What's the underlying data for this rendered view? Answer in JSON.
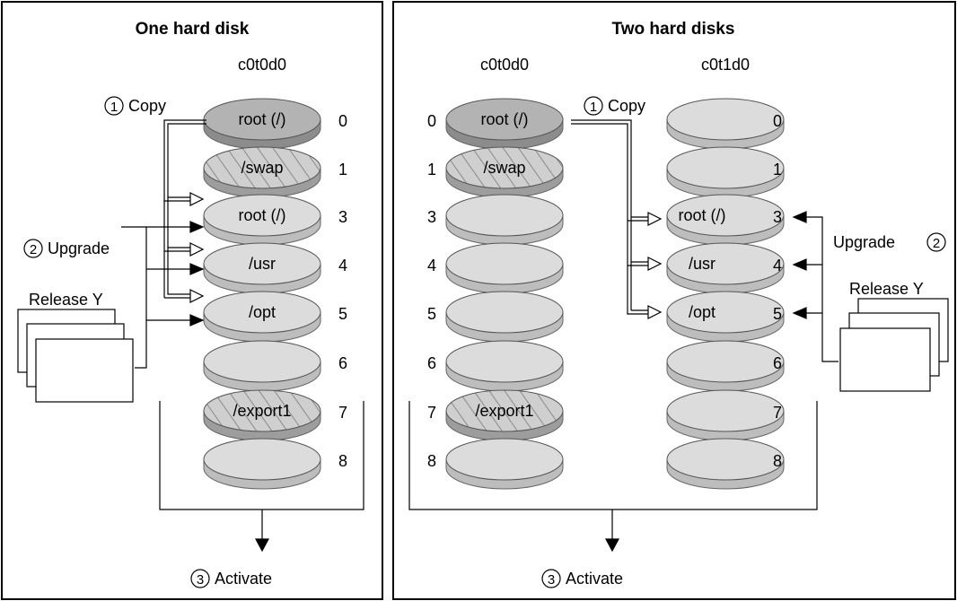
{
  "left_panel": {
    "title": "One hard disk",
    "disk_id": "c0t0d0",
    "copy_step": {
      "number": "1",
      "label": "Copy"
    },
    "upgrade_step": {
      "number": "2",
      "label": "Upgrade"
    },
    "activate_step": {
      "number": "3",
      "label": "Activate"
    },
    "release_label": "Release Y",
    "slices": [
      {
        "num": "0",
        "label": "root (/)",
        "style": "dark"
      },
      {
        "num": "1",
        "label": "/swap",
        "style": "hatched"
      },
      {
        "num": "3",
        "label": "root (/)",
        "style": "light"
      },
      {
        "num": "4",
        "label": "/usr",
        "style": "light"
      },
      {
        "num": "5",
        "label": "/opt",
        "style": "light"
      },
      {
        "num": "6",
        "label": "",
        "style": "light"
      },
      {
        "num": "7",
        "label": "/export1",
        "style": "hatched"
      },
      {
        "num": "8",
        "label": "",
        "style": "light"
      }
    ]
  },
  "right_panel": {
    "title": "Two hard disks",
    "disk1_id": "c0t0d0",
    "disk2_id": "c0t1d0",
    "copy_step": {
      "number": "1",
      "label": "Copy"
    },
    "upgrade_step": {
      "number": "2",
      "label": "Upgrade"
    },
    "activate_step": {
      "number": "3",
      "label": "Activate"
    },
    "release_label": "Release Y",
    "disk1_slices": [
      {
        "num": "0",
        "label": "root (/)",
        "style": "dark"
      },
      {
        "num": "1",
        "label": "/swap",
        "style": "hatched"
      },
      {
        "num": "3",
        "label": "",
        "style": "light"
      },
      {
        "num": "4",
        "label": "",
        "style": "light"
      },
      {
        "num": "5",
        "label": "",
        "style": "light"
      },
      {
        "num": "6",
        "label": "",
        "style": "light"
      },
      {
        "num": "7",
        "label": "/export1",
        "style": "hatched"
      },
      {
        "num": "8",
        "label": "",
        "style": "light"
      }
    ],
    "disk2_slices": [
      {
        "num": "0",
        "label": "",
        "style": "light"
      },
      {
        "num": "1",
        "label": "",
        "style": "light"
      },
      {
        "num": "3",
        "label": "root (/)",
        "style": "light"
      },
      {
        "num": "4",
        "label": "/usr",
        "style": "light"
      },
      {
        "num": "5",
        "label": "/opt",
        "style": "light"
      },
      {
        "num": "6",
        "label": "",
        "style": "light"
      },
      {
        "num": "7",
        "label": "",
        "style": "light"
      },
      {
        "num": "8",
        "label": "",
        "style": "light"
      }
    ]
  },
  "colors": {
    "dark_slice_top": "#b3b3b3",
    "dark_slice_side": "#8c8c8c",
    "light_slice_top": "#dcdcdc",
    "light_slice_side": "#bdbdbd",
    "hatch_line": "#8a8a8a",
    "stroke": "#000000"
  }
}
